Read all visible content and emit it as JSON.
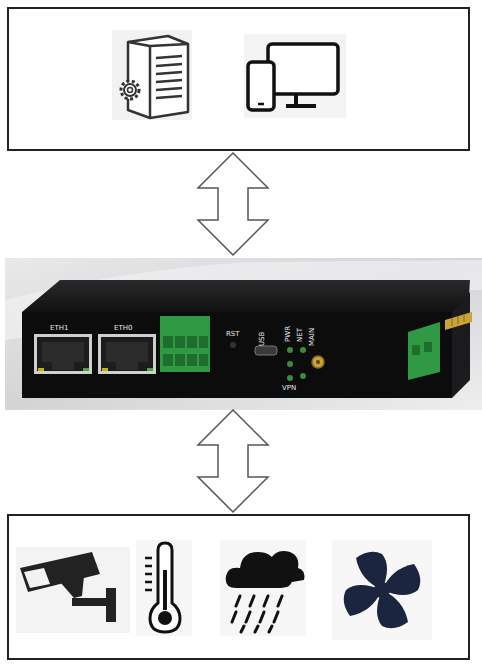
{
  "diagram": {
    "labels": [
      "ETH1",
      "ETH0",
      "RST",
      "USB",
      "PWR",
      "NET",
      "VPN",
      "MAIN"
    ]
  }
}
